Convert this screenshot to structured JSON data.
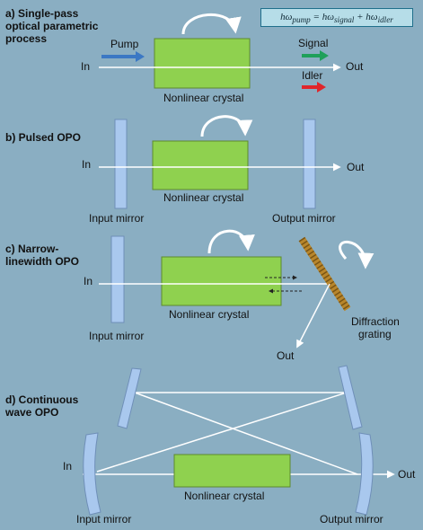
{
  "equation": "hω_pump = hω_signal + hω_idler",
  "equation_parts": {
    "lhs": "hω",
    "lhs_sub": "pump",
    "eq": " = hω",
    "sig_sub": "signal",
    "plus": " + hω",
    "idl_sub": "idler"
  },
  "panel_a": {
    "title_lines": [
      "a) Single-pass",
      "optical parametric",
      "process"
    ],
    "pump": "Pump",
    "signal": "Signal",
    "idler": "Idler",
    "input": "In",
    "output": "Out",
    "crystal": "Nonlinear crystal"
  },
  "panel_b": {
    "title": "b) Pulsed OPO",
    "input": "In",
    "output": "Out",
    "crystal": "Nonlinear crystal",
    "input_mirror": "Input mirror",
    "output_mirror": "Output mirror"
  },
  "panel_c": {
    "title_lines": [
      "c) Narrow-",
      "linewidth OPO"
    ],
    "input": "In",
    "output": "Out",
    "crystal": "Nonlinear crystal",
    "input_mirror": "Input mirror",
    "grating_lines": [
      "Diffraction",
      "grating"
    ]
  },
  "panel_d": {
    "title_lines": [
      "d) Continuous",
      "wave OPO"
    ],
    "input": "In",
    "output": "Out",
    "crystal": "Nonlinear crystal",
    "input_mirror": "Input mirror",
    "output_mirror": "Output mirror"
  },
  "colors": {
    "background": "#8aaec2",
    "crystal": "#8fd14f",
    "mirror": "#a9c8ee",
    "pump": "#3b78c4",
    "signal": "#1fa05a",
    "idler": "#e0262b",
    "grating": "#b8862c",
    "beam": "#ffffff"
  }
}
